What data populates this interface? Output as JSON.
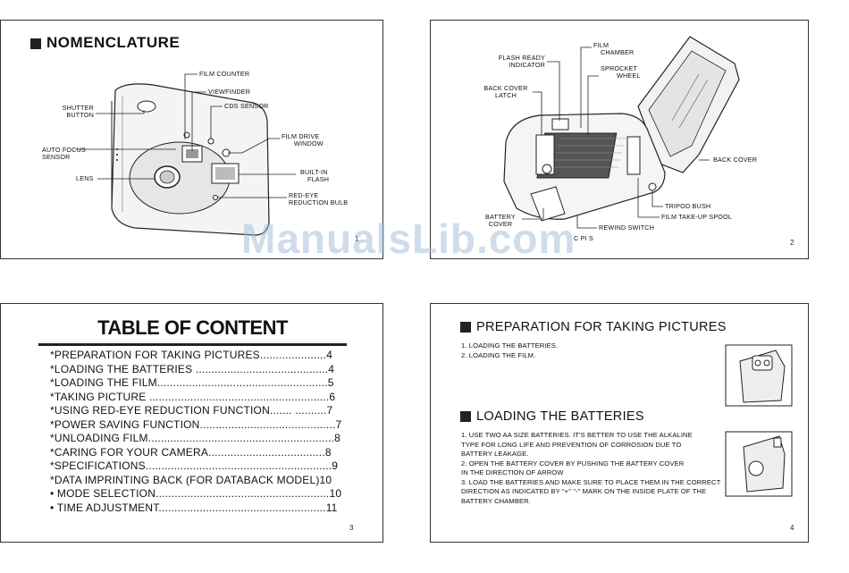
{
  "watermark": "ManualsLib.com",
  "page1": {
    "heading": "NOMENCLATURE",
    "page_number": "1",
    "labels": {
      "film_counter": "FILM COUNTER",
      "viewfinder": "VIEWFINDER",
      "cds_sensor": "CDS SENSOR",
      "shutter_1": "SHUTTER",
      "shutter_2": "BUTTON",
      "film_drive_1": "FILM DRIVE",
      "film_drive_2": "WINDOW",
      "auto_focus_1": "AUTO FOCUS",
      "auto_focus_2": "SENSOR",
      "builtin_1": "BUILT-IN",
      "builtin_2": "FLASH",
      "lens": "LENS",
      "redeye_1": "RED-EYE",
      "redeye_2": "REDUCTION BULB"
    }
  },
  "page2": {
    "page_number": "2",
    "labels": {
      "film_chamber_1": "FILM",
      "film_chamber_2": "CHAMBER",
      "flash_ready_1": "FLASH READY",
      "flash_ready_2": "INDICATOR",
      "sprocket_1": "SPROCKET",
      "sprocket_2": "WHEEL",
      "back_cover_latch_1": "BACK  COVER",
      "back_cover_latch_2": "LATCH",
      "back_cover": "BACK COVER",
      "tripod": "TRIPOD BUSH",
      "battery_cover_1": "BATTERY",
      "battery_cover_2": "COVER",
      "take_up": "FILM TAKE-UP SPOOL",
      "rewind": "REWIND SWITCH",
      "partial": "C PI S"
    }
  },
  "page3": {
    "title": "TABLE OF CONTENT",
    "page_number": "3",
    "entries": [
      "*PREPARATION  FOR  TAKING  PICTURES.....................4",
      "*LOADING  THE  BATTERIES  ..........................................4",
      "*LOADING  THE    FILM......................................................5",
      "*TAKING   PICTURE  .........................................................6",
      "*USING  RED-EYE  REDUCTION  FUNCTION.......  ..........7",
      "*POWER  SAVING  FUNCTION...........................................7",
      "*UNLOADING   FILM...........................................................8",
      "*CARING  FOR  YOUR  CAMERA.....................................8",
      "*SPECIFICATIONS...........................................................9",
      "*DATA  IMPRINTING  BACK  (FOR DATABACK MODEL)10",
      " • MODE  SELECTION.......................................................10",
      " • TIME  ADJUSTMENT.....................................................11"
    ]
  },
  "page4": {
    "page_number": "4",
    "section1_title": "PREPARATION FOR TAKING  PICTURES",
    "section1_items": [
      "1. LOADING THE BATTERIES.",
      "2. LOADING THE FILM."
    ],
    "section2_title": "LOADING THE BATTERIES",
    "section2_lines": [
      "1. USE TWO AA SIZE BATTERIES. IT'S BETTER TO USE THE ALKALINE",
      "    TYPE FOR LONG LIFE AND PREVENTION OF CORROSION DUE TO",
      "    BATTERY LEAKAGE.",
      "2. OPEN THE BATTERY COVER BY PUSHING THE BATTERY COVER",
      "    IN THE DIRECTION OF ARROW",
      "3. LOAD THE BATTERIES AND MAKE SURE TO PLACE THEM IN THE CORRECT",
      "    DIRECTION AS INDICATED BY \"+\"  \"-\" MARK ON THE INSIDE PLATE OF THE",
      "    BATTERY CHAMBER."
    ]
  }
}
